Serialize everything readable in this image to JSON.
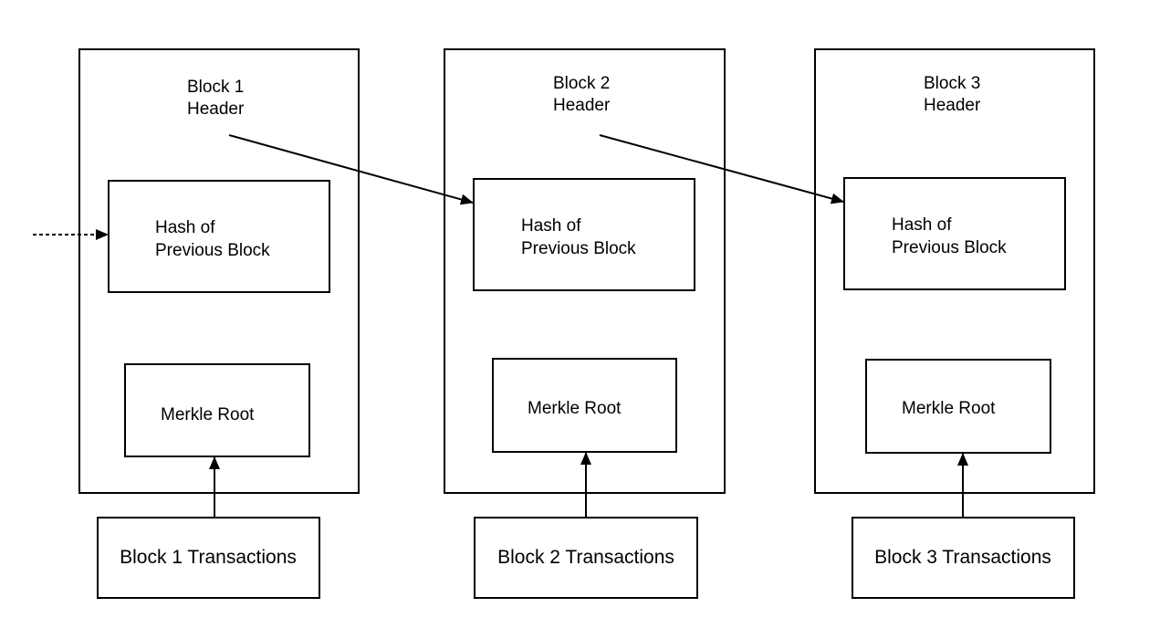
{
  "blocks": [
    {
      "header_line1": "Block 1",
      "header_line2": "Header",
      "hash_line1": "Hash of",
      "hash_line2": "Previous Block",
      "merkle": "Merkle Root",
      "transactions": "Block 1 Transactions"
    },
    {
      "header_line1": "Block 2",
      "header_line2": "Header",
      "hash_line1": "Hash of",
      "hash_line2": "Previous Block",
      "merkle": "Merkle Root",
      "transactions": "Block 2 Transactions"
    },
    {
      "header_line1": "Block 3",
      "header_line2": "Header",
      "hash_line1": "Hash of",
      "hash_line2": "Previous Block",
      "merkle": "Merkle Root",
      "transactions": "Block 3 Transactions"
    }
  ],
  "colors": {
    "stroke": "#000000",
    "background": "#ffffff"
  }
}
